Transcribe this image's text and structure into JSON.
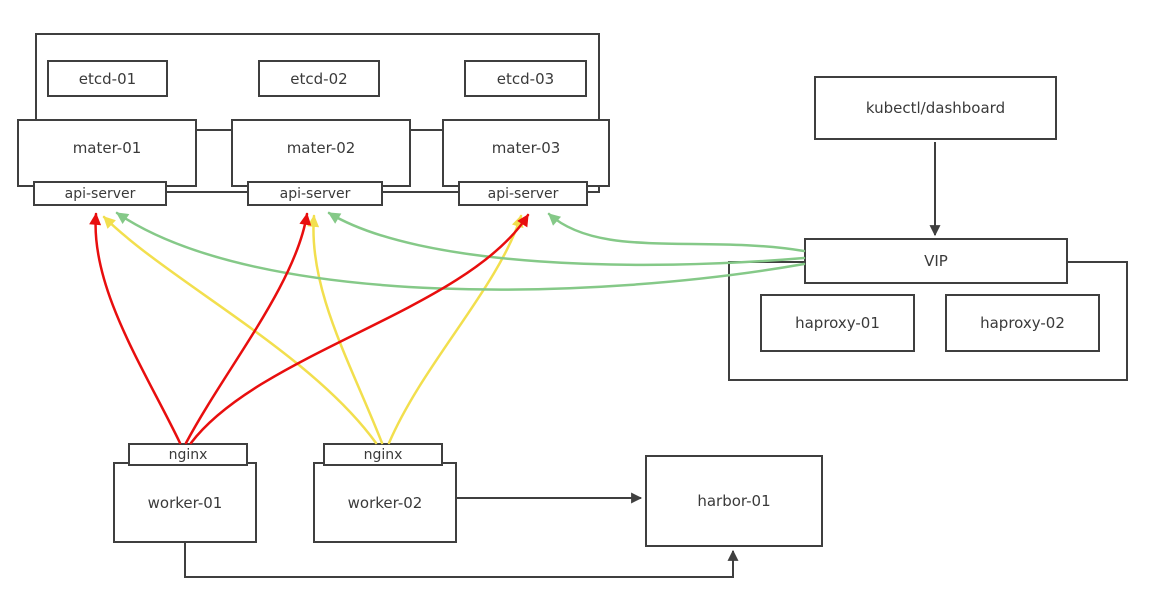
{
  "nodes": {
    "etcd": [
      "etcd-01",
      "etcd-02",
      "etcd-03"
    ],
    "masters": [
      "mater-01",
      "mater-02",
      "mater-03"
    ],
    "kubectl": "kubectl/dashboard",
    "vip": "VIP",
    "haproxy": [
      "haproxy-01",
      "haproxy-02"
    ],
    "workers": [
      "worker-01",
      "worker-02"
    ],
    "harbor": "harbor-01"
  },
  "labels": {
    "api_server": "api-server",
    "nginx": "nginx"
  },
  "colors": {
    "green": "#85C988",
    "red": "#E80E0E",
    "yellow": "#F2DF4E",
    "line": "#3F3F3F"
  }
}
